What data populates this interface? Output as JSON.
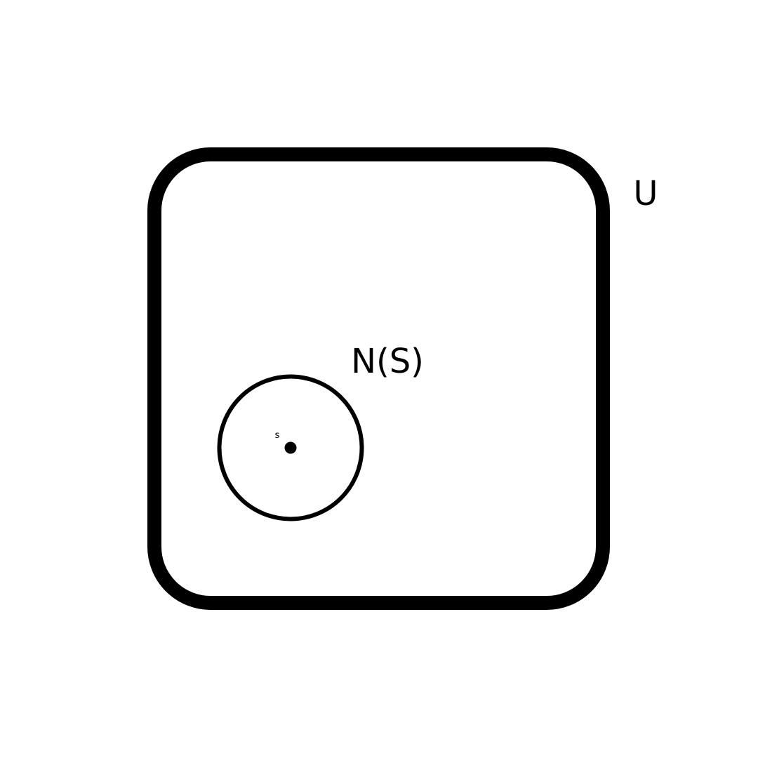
{
  "diagram": {
    "universe_label": "U",
    "set_label": "N(S)",
    "point_label": "s",
    "stroke_color": "#000000",
    "background_color": "#ffffff"
  }
}
